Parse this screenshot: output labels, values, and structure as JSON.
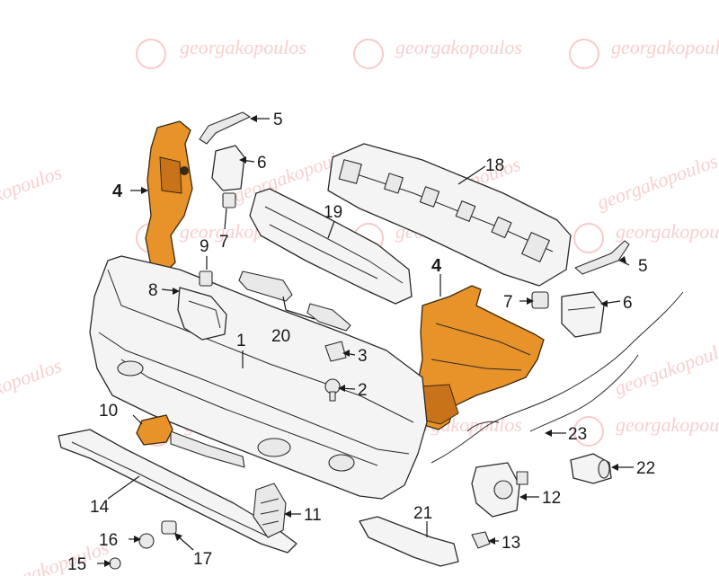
{
  "watermark": {
    "text_main": "georgakopoulos",
    "text_side": "gakopoulos",
    "text_right": "georgakopoulos",
    "color": "#f2a8a8"
  },
  "callouts": [
    {
      "id": "c1",
      "label": "1"
    },
    {
      "id": "c2",
      "label": "2"
    },
    {
      "id": "c3",
      "label": "3"
    },
    {
      "id": "c4a",
      "label": "4"
    },
    {
      "id": "c4b",
      "label": "4"
    },
    {
      "id": "c5a",
      "label": "5"
    },
    {
      "id": "c5b",
      "label": "5"
    },
    {
      "id": "c6a",
      "label": "6"
    },
    {
      "id": "c6b",
      "label": "6"
    },
    {
      "id": "c7a",
      "label": "7"
    },
    {
      "id": "c7b",
      "label": "7"
    },
    {
      "id": "c8",
      "label": "8"
    },
    {
      "id": "c9",
      "label": "9"
    },
    {
      "id": "c10",
      "label": "10"
    },
    {
      "id": "c11",
      "label": "11"
    },
    {
      "id": "c12",
      "label": "12"
    },
    {
      "id": "c13",
      "label": "13"
    },
    {
      "id": "c14",
      "label": "14"
    },
    {
      "id": "c15",
      "label": "15"
    },
    {
      "id": "c16",
      "label": "16"
    },
    {
      "id": "c17",
      "label": "17"
    },
    {
      "id": "c18",
      "label": "18"
    },
    {
      "id": "c19",
      "label": "19"
    },
    {
      "id": "c20",
      "label": "20"
    },
    {
      "id": "c21",
      "label": "21"
    },
    {
      "id": "c22",
      "label": "22"
    },
    {
      "id": "c23",
      "label": "23"
    }
  ],
  "colors": {
    "highlight": "#e8922a",
    "line": "#2a2a2a"
  }
}
